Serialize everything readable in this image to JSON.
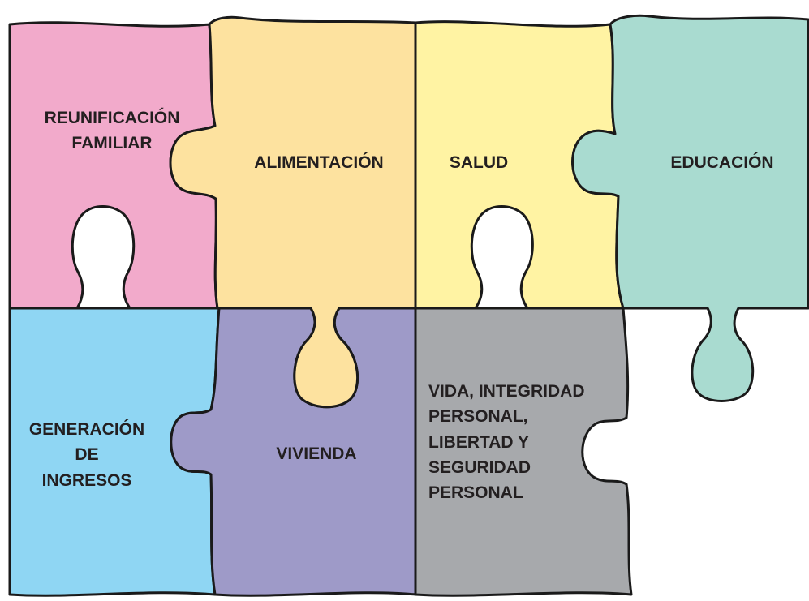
{
  "colors": {
    "reunificacion": "#f2aacb",
    "alimentacion": "#fde29f",
    "salud": "#fff3a3",
    "educacion": "#a9dbd0",
    "generacion": "#8fd6f3",
    "vivienda": "#9e9ac8",
    "vida": "#a7a9ac",
    "outline": "#1a1a1a",
    "text": "#231f20"
  },
  "pieces": {
    "reunificacion": {
      "lines": [
        "REUNIFICACIÓN",
        "FAMILIAR"
      ]
    },
    "alimentacion": {
      "lines": [
        "ALIMENTACIÓN"
      ]
    },
    "salud": {
      "lines": [
        "SALUD"
      ]
    },
    "educacion": {
      "lines": [
        "EDUCACIÓN"
      ]
    },
    "generacion": {
      "lines": [
        "GENERACIÓN",
        "DE",
        "INGRESOS"
      ]
    },
    "vivienda": {
      "lines": [
        "VIVIENDA"
      ]
    },
    "vida": {
      "lines": [
        "VIDA, INTEGRIDAD",
        "PERSONAL,",
        "LIBERTAD Y",
        "SEGURIDAD",
        "PERSONAL"
      ]
    }
  }
}
